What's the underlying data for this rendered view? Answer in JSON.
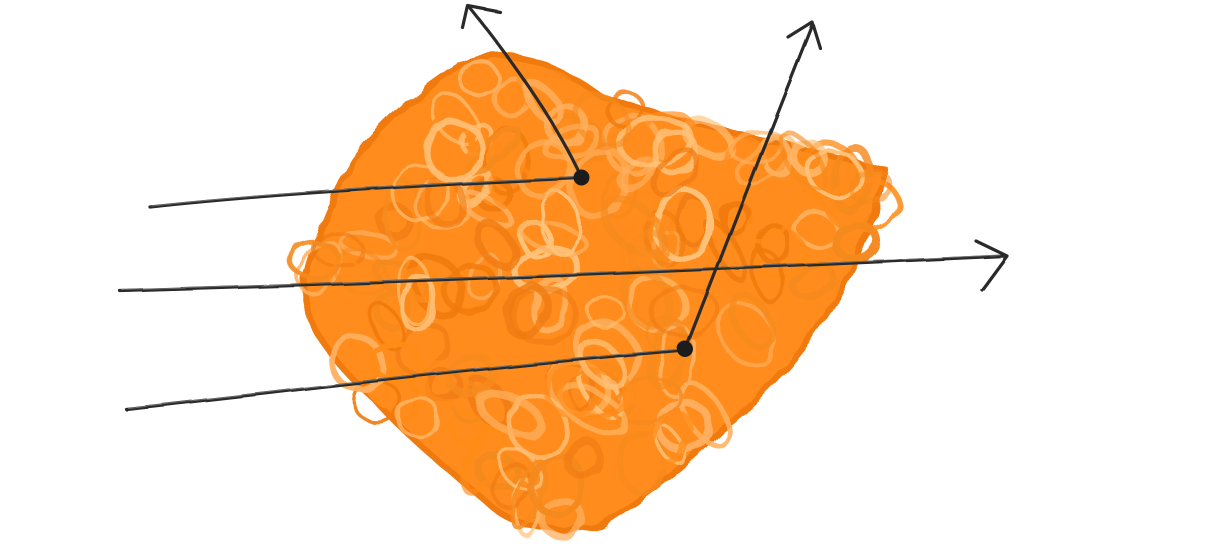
{
  "diagram": {
    "colors": {
      "medium": "#ff8c1a",
      "medium_light": "#ffb060",
      "medium_dark": "#f07a10",
      "ray": "#2a2a2a",
      "background": "#ffffff"
    },
    "elements": {
      "medium": "orange-scribble-cloud",
      "rays": [
        {
          "name": "ray-scattered-upper",
          "outcome": "scattered"
        },
        {
          "name": "ray-transmitted-middle",
          "outcome": "transmitted"
        },
        {
          "name": "ray-scattered-lower",
          "outcome": "scattered"
        }
      ],
      "scatter_points": 2
    }
  }
}
